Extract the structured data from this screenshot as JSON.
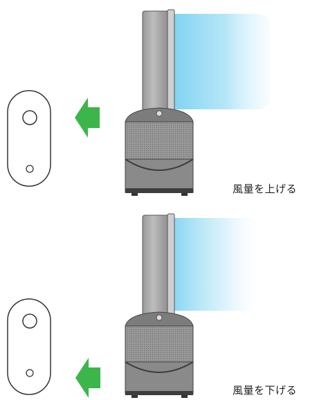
{
  "panels": {
    "increase": {
      "caption": "風量を上げる",
      "remote_button": "upper"
    },
    "decrease": {
      "caption": "風量を下げる",
      "remote_button": "lower"
    }
  },
  "colors": {
    "arrow": "#3cb54a",
    "airflow": "#7fd3f2",
    "device_body": "#8a8a8a",
    "device_dark": "#3d3d3d",
    "outline": "#333333"
  },
  "icons": [
    "remote-control-icon",
    "arrow-left-icon",
    "fan-device-icon",
    "airflow-icon"
  ]
}
